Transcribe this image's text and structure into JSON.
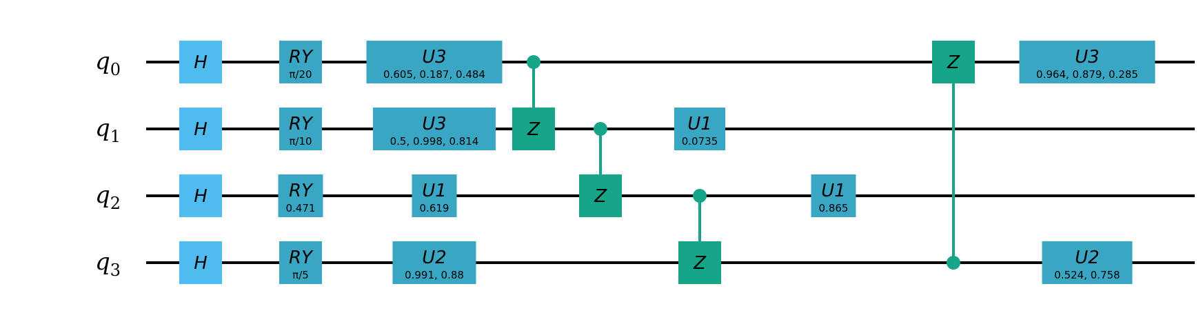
{
  "colors": {
    "hadamard": "#4fbcef",
    "rotation": "#39a7c4",
    "controlled_z": "#17a589",
    "wire": "#000000",
    "text": "#000000"
  },
  "qubits": [
    {
      "letter": "q",
      "index": "0"
    },
    {
      "letter": "q",
      "index": "1"
    },
    {
      "letter": "q",
      "index": "2"
    },
    {
      "letter": "q",
      "index": "3"
    }
  ],
  "gates": [
    {
      "kind": "single",
      "name": "H",
      "param": "",
      "qubit": 0,
      "col": 0,
      "color": "hadamard"
    },
    {
      "kind": "single",
      "name": "H",
      "param": "",
      "qubit": 1,
      "col": 0,
      "color": "hadamard"
    },
    {
      "kind": "single",
      "name": "H",
      "param": "",
      "qubit": 2,
      "col": 0,
      "color": "hadamard"
    },
    {
      "kind": "single",
      "name": "H",
      "param": "",
      "qubit": 3,
      "col": 0,
      "color": "hadamard"
    },
    {
      "kind": "single",
      "name": "RY",
      "param": "π/20",
      "qubit": 0,
      "col": 1,
      "color": "rotation"
    },
    {
      "kind": "single",
      "name": "RY",
      "param": "π/10",
      "qubit": 1,
      "col": 1,
      "color": "rotation"
    },
    {
      "kind": "single",
      "name": "RY",
      "param": "0.471",
      "qubit": 2,
      "col": 1,
      "color": "rotation"
    },
    {
      "kind": "single",
      "name": "RY",
      "param": "π/5",
      "qubit": 3,
      "col": 1,
      "color": "rotation"
    },
    {
      "kind": "single",
      "name": "U3",
      "param": "0.605, 0.187, 0.484",
      "qubit": 0,
      "col": 2,
      "color": "rotation"
    },
    {
      "kind": "single",
      "name": "U3",
      "param": "0.5, 0.998, 0.814",
      "qubit": 1,
      "col": 2,
      "color": "rotation"
    },
    {
      "kind": "single",
      "name": "U1",
      "param": "0.619",
      "qubit": 2,
      "col": 2,
      "color": "rotation"
    },
    {
      "kind": "single",
      "name": "U2",
      "param": "0.991, 0.88",
      "qubit": 3,
      "col": 2,
      "color": "rotation"
    },
    {
      "kind": "cz",
      "name": "Z",
      "control": 0,
      "target": 1,
      "col": 3,
      "color": "controlled_z"
    },
    {
      "kind": "cz",
      "name": "Z",
      "control": 1,
      "target": 2,
      "col": 4,
      "color": "controlled_z"
    },
    {
      "kind": "cz",
      "name": "Z",
      "control": 2,
      "target": 3,
      "col": 5,
      "color": "controlled_z"
    },
    {
      "kind": "single",
      "name": "U1",
      "param": "0.0735",
      "qubit": 1,
      "col": 5,
      "color": "rotation"
    },
    {
      "kind": "single",
      "name": "U1",
      "param": "0.865",
      "qubit": 2,
      "col": 6,
      "color": "rotation"
    },
    {
      "kind": "cz",
      "name": "Z",
      "control": 3,
      "target": 0,
      "col": 7,
      "color": "controlled_z"
    },
    {
      "kind": "single",
      "name": "U3",
      "param": "0.964, 0.879, 0.285",
      "qubit": 0,
      "col": 8,
      "color": "rotation"
    },
    {
      "kind": "single",
      "name": "U2",
      "param": "0.524, 0.758",
      "qubit": 3,
      "col": 8,
      "color": "rotation"
    }
  ]
}
